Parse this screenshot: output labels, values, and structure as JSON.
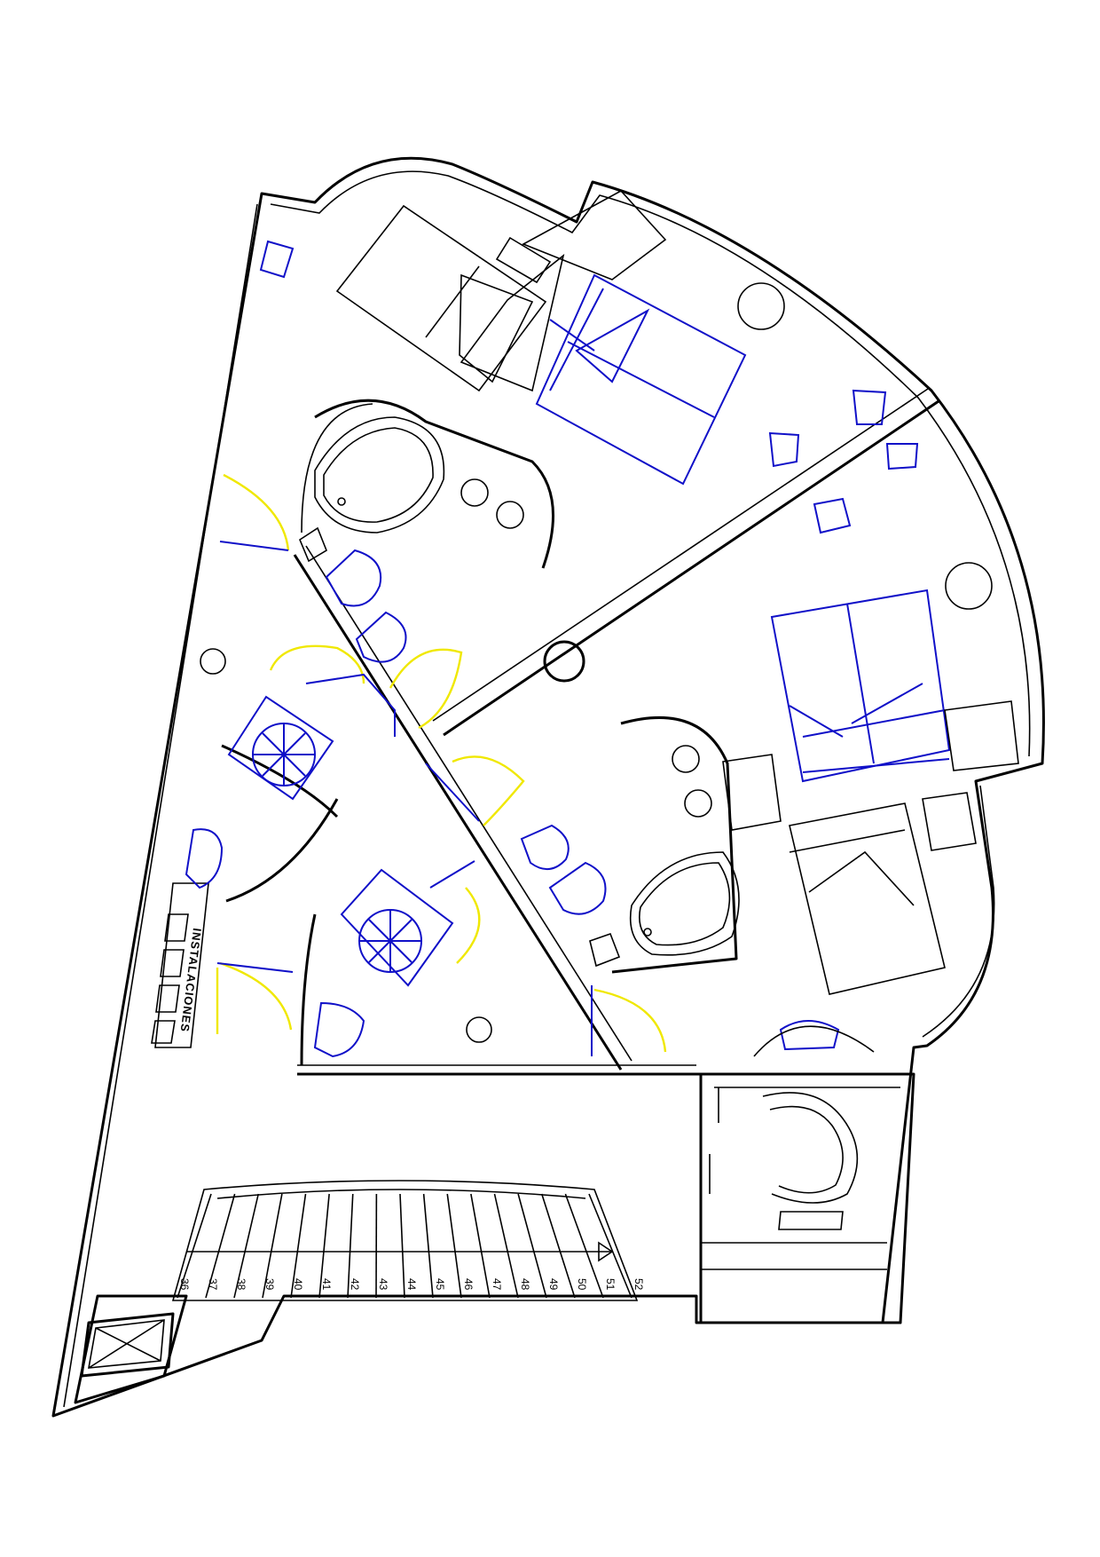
{
  "plan": {
    "installations_label": "INSTALACIONES",
    "stair_steps": [
      "36",
      "37",
      "38",
      "39",
      "40",
      "41",
      "42",
      "43",
      "44",
      "45",
      "46",
      "47",
      "48",
      "49",
      "50",
      "51",
      "52"
    ]
  },
  "colors": {
    "walls": "#000000",
    "fixtures": "#1010c8",
    "door_swings": "#f0e800",
    "background": "#ffffff"
  },
  "icons": [
    "bed-icon",
    "bathtub-icon",
    "toilet-icon",
    "bidet-icon",
    "shower-icon",
    "washbasin-icon",
    "armchair-icon",
    "column-icon",
    "elevator-icon",
    "spiral-stair-icon"
  ]
}
